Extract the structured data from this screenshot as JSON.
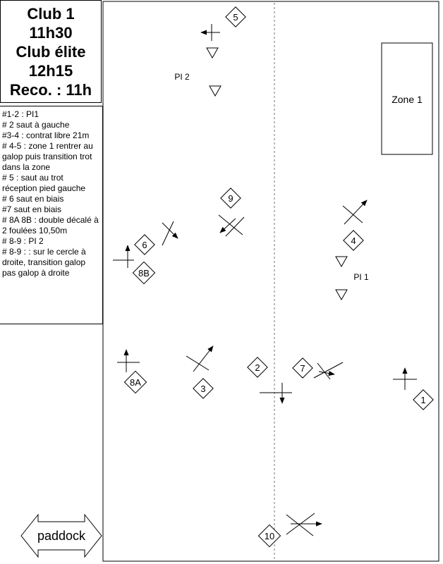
{
  "header": {
    "lines": [
      "Club 1",
      "11h30",
      "Club élite",
      "12h15",
      "Reco. : 11h"
    ]
  },
  "notes": [
    "#1-2 : PI1",
    "# 2 saut à gauche",
    "#3-4 :  contrat libre 21m",
    "# 4-5 : zone 1 rentrer au galop puis transition trot dans la zone",
    "# 5 : saut au trot réception pied gauche",
    "# 6 saut en biais",
    "#7 saut en biais",
    "# 8A 8B : double décalé à 2 foulées 10,50m",
    "# 8-9 : PI 2",
    "# 8-9 : : sur le cercle à droite, transition galop pas galop à droite"
  ],
  "arena": {
    "zone_label": "Zone 1",
    "pi1_label": "PI 1",
    "pi2_label": "PI 2",
    "markers": [
      "1",
      "2",
      "3",
      "4",
      "5",
      "6",
      "7",
      "8A",
      "8B",
      "9",
      "10"
    ]
  },
  "paddock": {
    "label": "paddock"
  }
}
